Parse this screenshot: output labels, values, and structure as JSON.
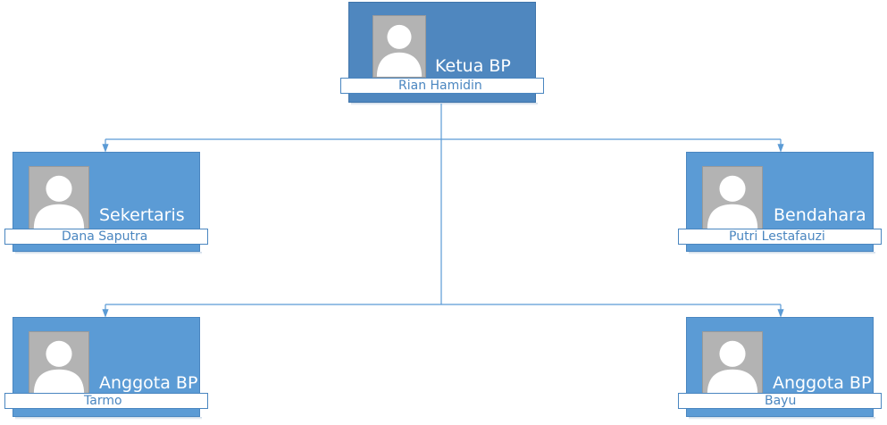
{
  "colors": {
    "card": "#5b9bd5",
    "card_head": "#4f87bf",
    "connector": "#5b9bd5",
    "name_text": "#4a86c0",
    "photo_placeholder": "#b3b3b3"
  },
  "org": {
    "head": {
      "role": "Ketua BP",
      "name": "Rian Hamidin",
      "icon": "person-placeholder-icon"
    },
    "members": [
      {
        "role": "Sekertaris",
        "name": "Dana Saputra",
        "icon": "person-placeholder-icon"
      },
      {
        "role": "Bendahara",
        "name": "Putri Lestafauzi",
        "icon": "person-placeholder-icon"
      },
      {
        "role": "Anggota BP",
        "name": "Tarmo",
        "icon": "person-placeholder-icon"
      },
      {
        "role": "Anggota BP",
        "name": "Bayu",
        "icon": "person-placeholder-icon"
      }
    ]
  }
}
